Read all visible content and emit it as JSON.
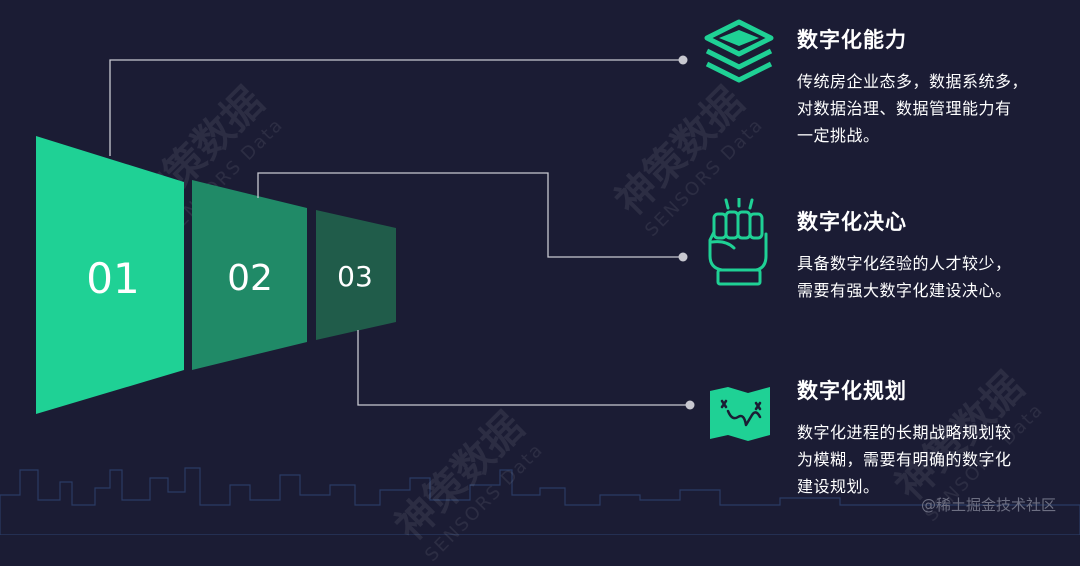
{
  "steps": [
    {
      "num": "01",
      "color": "#1fd195"
    },
    {
      "num": "02",
      "color": "#208a67"
    },
    {
      "num": "03",
      "color": "#205c4a"
    }
  ],
  "items": [
    {
      "title": "数字化能力",
      "desc": "传统房企业态多，数据系统多，\n对数据治理、数据管理能力有\n一定挑战。",
      "icon": "layers-stack-icon"
    },
    {
      "title": "数字化决心",
      "desc": "具备数字化经验的人才较少，\n需要有强大数字化建设决心。",
      "icon": "raised-fist-icon"
    },
    {
      "title": "数字化规划",
      "desc": "数字化进程的长期战略规划较\n为模糊，需要有明确的数字化\n建设规划。",
      "icon": "route-map-icon"
    }
  ],
  "brand": {
    "cn": "神策数据",
    "en": "SENSORS Data"
  },
  "watermark": "@稀土掘金技术社区",
  "colors": {
    "background": "#1b1c34",
    "accent": "#1fd195",
    "connector": "#c8c8d0"
  }
}
